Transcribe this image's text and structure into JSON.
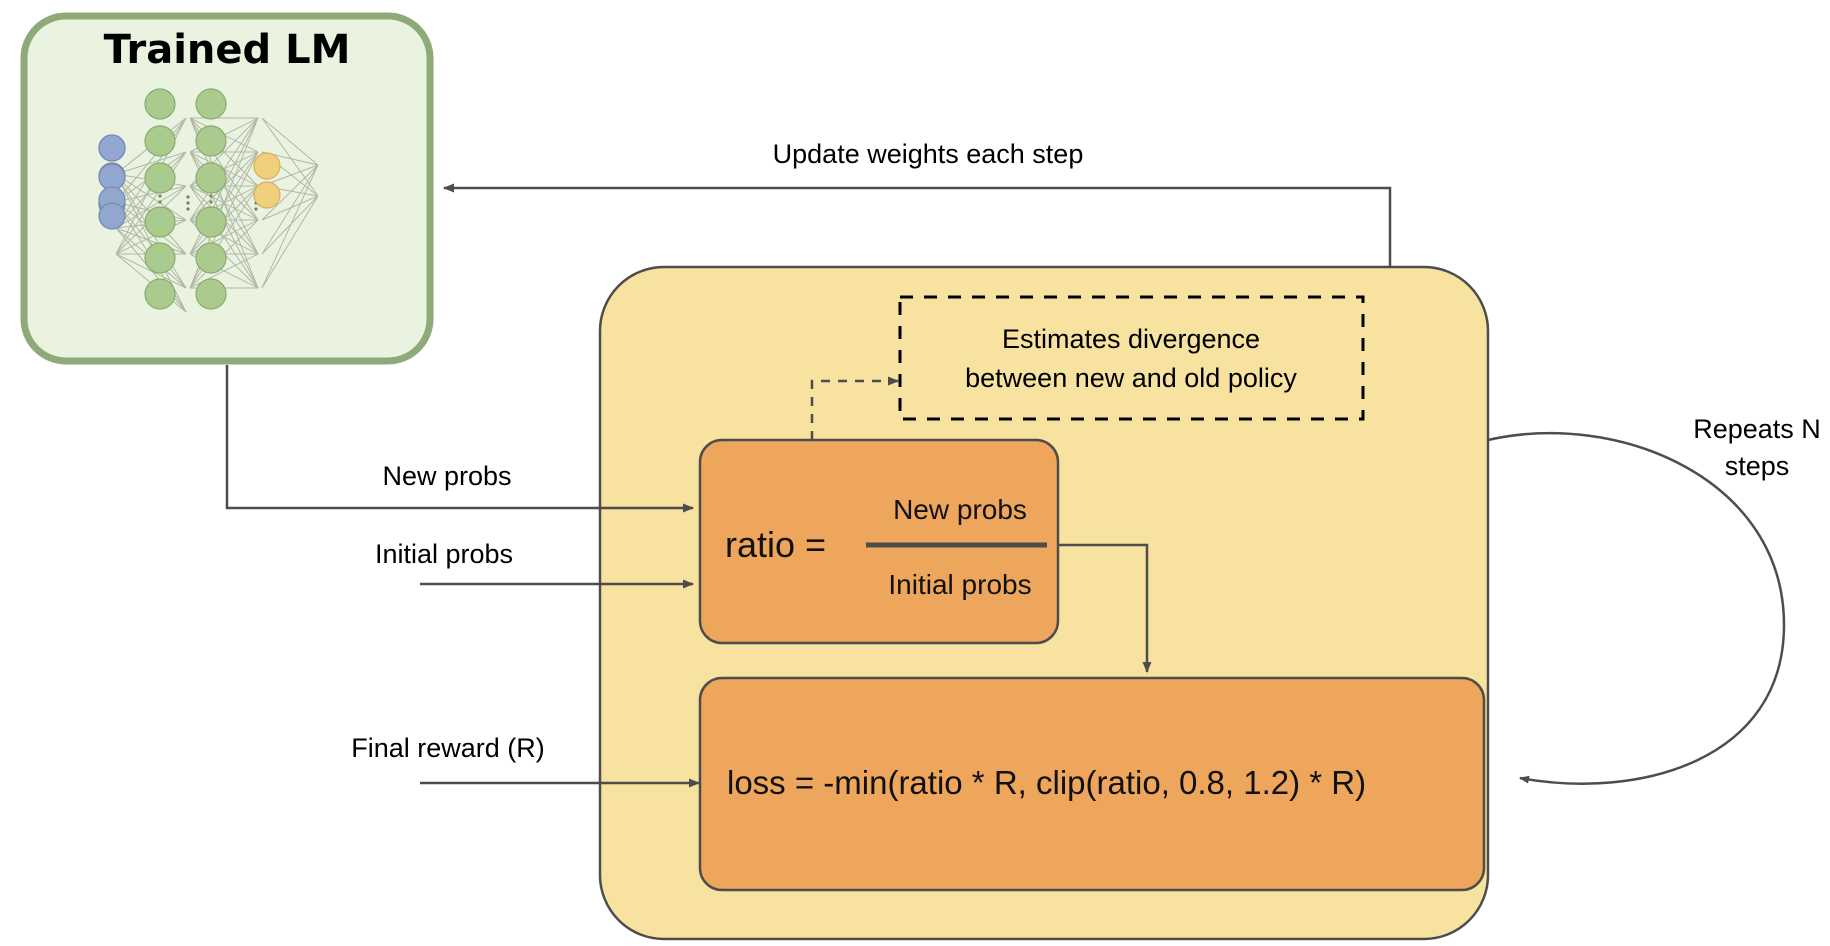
{
  "diagram": {
    "title_node": {
      "label": "Trained LM",
      "icon": "neural-network-icon",
      "fill": "#eaf3df",
      "stroke": "#8faa79"
    },
    "outer_loop_box": {
      "fill": "#f8e2a0",
      "stroke": "#4d4d4d"
    },
    "ratio_box": {
      "fill": "#eda65c",
      "stroke": "#4d4d4d",
      "lhs": "ratio =",
      "numerator": "New probs",
      "denominator": "Initial probs"
    },
    "loss_box": {
      "fill": "#eda65c",
      "stroke": "#4d4d4d",
      "expression": "loss = -min(ratio * R, clip(ratio, 0.8, 1.2) * R)"
    },
    "kl_note_box": {
      "line1": "Estimates divergence",
      "line2": "between new and old policy",
      "stroke": "#000000",
      "style": "dashed"
    },
    "edges": [
      {
        "name": "update-weights",
        "label": "Update weights each step"
      },
      {
        "name": "new-probs",
        "label": "New probs"
      },
      {
        "name": "initial-probs",
        "label": "Initial probs"
      },
      {
        "name": "final-reward",
        "label": "Final reward (R)"
      },
      {
        "name": "repeats-loop",
        "label_line1": "Repeats N",
        "label_line2": "steps"
      }
    ],
    "nn_icon": {
      "input_color": "#8ea3cf",
      "hidden_color": "#a8c98a",
      "output_color": "#f2cf78",
      "edge_color": "#9aa08f",
      "input_count": 4,
      "hidden_count": 12,
      "output_count": 2
    },
    "colors": {
      "arrow": "#4d4d4d",
      "text": "#000000"
    }
  }
}
